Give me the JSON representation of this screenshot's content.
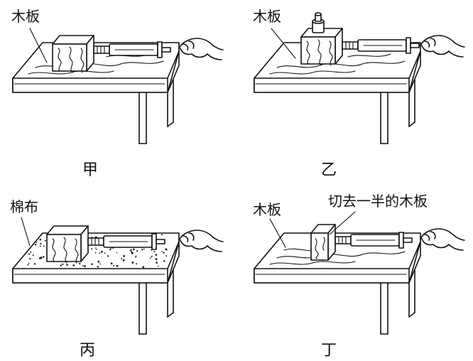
{
  "panels": [
    {
      "id": "jia",
      "caption": "甲",
      "surface_label": "木板"
    },
    {
      "id": "yi",
      "caption": "乙",
      "surface_label": "木板"
    },
    {
      "id": "bing",
      "caption": "丙",
      "surface_label": "棉布"
    },
    {
      "id": "ding",
      "caption": "丁",
      "surface_label": "木板",
      "block_label": "切去一半的木板"
    }
  ]
}
